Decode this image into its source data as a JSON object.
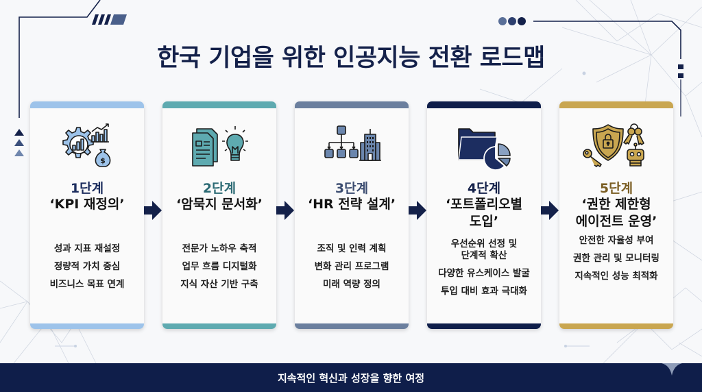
{
  "title": "한국 기업을 위한 인공지능 전환 로드맵",
  "footer": "지속적인 혁신과 성장을 향한 여정",
  "colors": {
    "navy": "#14214a",
    "footer_bg": "#0f1e4a",
    "arrow": "#14214a"
  },
  "stages": [
    {
      "step": "1단계",
      "name_lines": [
        "‘KPI 재정의’"
      ],
      "desc_lines": [
        "성과 지표 재설정",
        "정량적 가치 중심",
        "비즈니스 목표 연계"
      ],
      "accent": "#9dc3ea",
      "step_color": "#1c2d5e",
      "icon": "gear-chart-money-icon"
    },
    {
      "step": "2단계",
      "name_lines": [
        "‘암묵지 문서화’"
      ],
      "desc_lines": [
        "전문가 노하우 축적",
        "업무 흐름 디지털화",
        "지식 자산 기반 구축"
      ],
      "accent": "#5eaab0",
      "step_color": "#2b6a74",
      "icon": "document-lightbulb-icon"
    },
    {
      "step": "3단계",
      "name_lines": [
        "‘HR 전략 설계’"
      ],
      "desc_lines": [
        "조직 및 인력 계획",
        "변화 관리 프로그램",
        "미래 역량 정의"
      ],
      "accent": "#6b7f9e",
      "step_color": "#3b4c70",
      "icon": "org-chart-building-icon"
    },
    {
      "step": "4단계",
      "name_lines": [
        "‘포트폴리오별",
        "도입’"
      ],
      "desc_lines": [
        "우선순위 선정 및",
        "단계적 확산",
        "다양한 유스케이스 발굴",
        "투입 대비 효과 극대화"
      ],
      "accent": "#0f1e4a",
      "step_color": "#14214a",
      "icon": "folder-pie-chart-icon"
    },
    {
      "step": "5단계",
      "name_lines": [
        "‘권한 제한형",
        "에이전트 운영’"
      ],
      "desc_lines": [
        "안전한 자율성 부여",
        "권한 관리 및 모니터링",
        "지속적인 성능 최적화"
      ],
      "accent": "#c9a650",
      "step_color": "#7a5d22",
      "icon": "shield-keys-robot-icon"
    }
  ]
}
